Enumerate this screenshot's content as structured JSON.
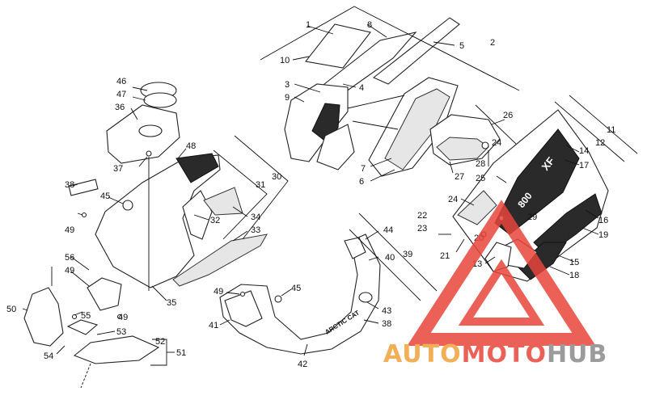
{
  "labels": {
    "l1": "1",
    "l2": "2",
    "l3": "3",
    "l4": "4",
    "l5": "5",
    "l6": "6",
    "l7": "7",
    "l8": "8",
    "l9": "9",
    "l10": "10",
    "l11": "11",
    "l12": "12",
    "l13": "13",
    "l14": "14",
    "l15": "15",
    "l16": "16",
    "l17": "17",
    "l18": "18",
    "l19": "19",
    "l20": "20",
    "l21": "21",
    "l22": "22",
    "l23": "23",
    "l24a": "24",
    "l24b": "24",
    "l25": "25",
    "l26": "26",
    "l27": "27",
    "l28": "28",
    "l29": "29",
    "l30": "30",
    "l31": "31",
    "l32": "32",
    "l33": "33",
    "l34": "34",
    "l35": "35",
    "l36": "36",
    "l37": "37",
    "l38a": "38",
    "l38b": "38",
    "l39": "39",
    "l40": "40",
    "l41": "41",
    "l42": "42",
    "l43": "43",
    "l44": "44",
    "l45a": "45",
    "l45b": "45",
    "l46": "46",
    "l47": "47",
    "l48": "48",
    "l49a": "49",
    "l49b": "49",
    "l49c": "49",
    "l49d": "49",
    "l50": "50",
    "l51": "51",
    "l52": "52",
    "l53": "53",
    "l54": "54",
    "l55": "55",
    "l56": "56"
  },
  "decals": {
    "arctic_cat": "ARCTIC CAT",
    "xf": "XF",
    "xf_num": "800"
  },
  "watermark": {
    "part1": "AUTO",
    "part2": "MOTO",
    "part3": "HUB",
    "color_red": "#e8463c",
    "color_orange": "#f2a13b",
    "color_gray": "#8a8a8a"
  }
}
